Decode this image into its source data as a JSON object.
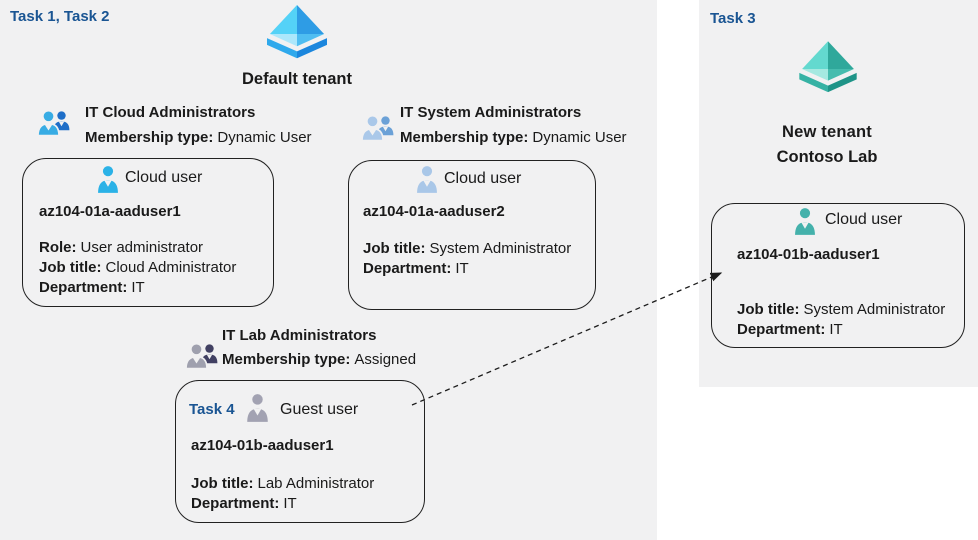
{
  "page": {
    "task12_label": "Task 1, Task 2",
    "task3_label": "Task 3"
  },
  "tenants": {
    "default_tenant": {
      "label": "Default tenant"
    },
    "new_tenant": {
      "label_line1": "New tenant",
      "label_line2": "Contoso Lab"
    }
  },
  "groups": [
    {
      "name": "IT Cloud Administrators",
      "membership_label": "Membership type:",
      "membership_value": "Dynamic User"
    },
    {
      "name": "IT System Administrators",
      "membership_label": "Membership type:",
      "membership_value": "Dynamic User"
    },
    {
      "name": "IT Lab Administrators",
      "membership_label": "Membership type:",
      "membership_value": "Assigned"
    }
  ],
  "users": [
    {
      "type_label": "Cloud user",
      "name": "az104-01a-aaduser1",
      "fields": [
        {
          "label": "Role:",
          "value": "User administrator"
        },
        {
          "label": "Job title:",
          "value": "Cloud Administrator"
        },
        {
          "label": "Department:",
          "value": "IT"
        }
      ]
    },
    {
      "type_label": "Cloud user",
      "name": "az104-01a-aaduser2",
      "fields": [
        {
          "label": "Job title:",
          "value": "System Administrator"
        },
        {
          "label": "Department:",
          "value": "IT"
        }
      ]
    },
    {
      "task_label": "Task 4",
      "type_label": "Guest user",
      "name": "az104-01b-aaduser1",
      "fields": [
        {
          "label": "Job title:",
          "value": "Lab Administrator"
        },
        {
          "label": "Department:",
          "value": "IT"
        }
      ]
    },
    {
      "type_label": "Cloud user",
      "name": "az104-01b-aaduser1",
      "fields": [
        {
          "label": "Job title:",
          "value": "System Administrator"
        },
        {
          "label": "Department:",
          "value": "IT"
        }
      ]
    }
  ],
  "icons": {
    "persons": {
      "user1": "#2bb2e7",
      "user2": "#a9c7e8",
      "guest": "#a2a2b2",
      "user4": "#44b1ab"
    },
    "groups": {
      "g1": {
        "front": "#38ace4",
        "back": "#1e6ec8"
      },
      "g2": {
        "front": "#aac8e9",
        "back": "#6ba1d7"
      },
      "g3": {
        "front": "#9fa0ae",
        "back": "#414062"
      }
    },
    "tenants": {
      "blue": {
        "ul": "#54d2f7",
        "ur": "#2e9ce5",
        "ll": "#ace7fb",
        "lr": "#4fbdf1",
        "rl": "#2fa9ec",
        "rr": "#1b86dd"
      },
      "teal": {
        "ul": "#63d9cf",
        "ur": "#2fa89b",
        "ll": "#a5e9e1",
        "lr": "#46bcae",
        "rl": "#36b2a4",
        "rr": "#1f9488"
      }
    }
  },
  "colors": {
    "task_label": "#1a5593",
    "background_main": "#f1f1f2",
    "background_panel": "#f1f1f2",
    "text": "#1a1a1a",
    "box_border": "#212121",
    "arrow": "#1c1c1c"
  }
}
